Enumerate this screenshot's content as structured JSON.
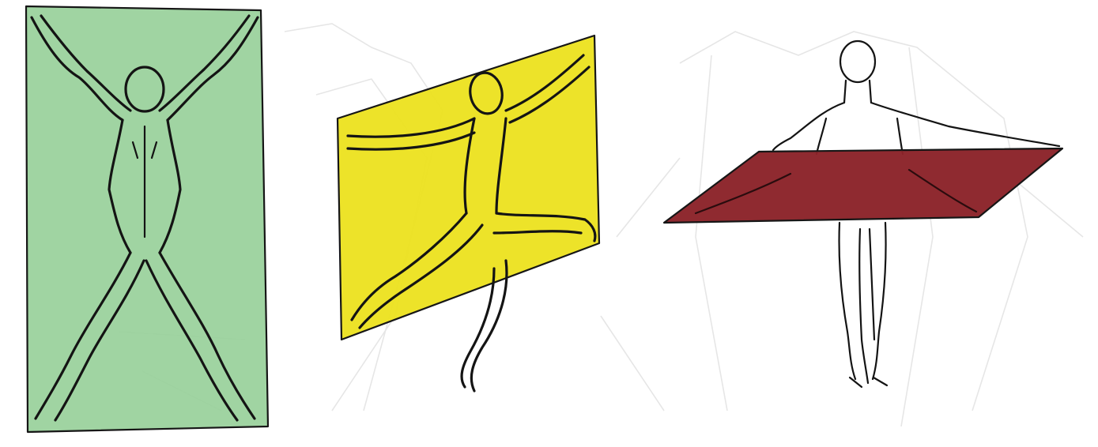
{
  "diagram": {
    "panels": [
      {
        "id": "frontal",
        "plane_color": "#98d09a",
        "plane_opacity": 0.92
      },
      {
        "id": "sagittal",
        "plane_color": "#ece11e",
        "plane_opacity": 0.95
      },
      {
        "id": "transverse",
        "plane_color": "#8b2329",
        "plane_opacity": 0.97
      }
    ],
    "colors": {
      "line": "#141414",
      "background": "#ffffff",
      "ghost": "#e6e6e6"
    }
  }
}
